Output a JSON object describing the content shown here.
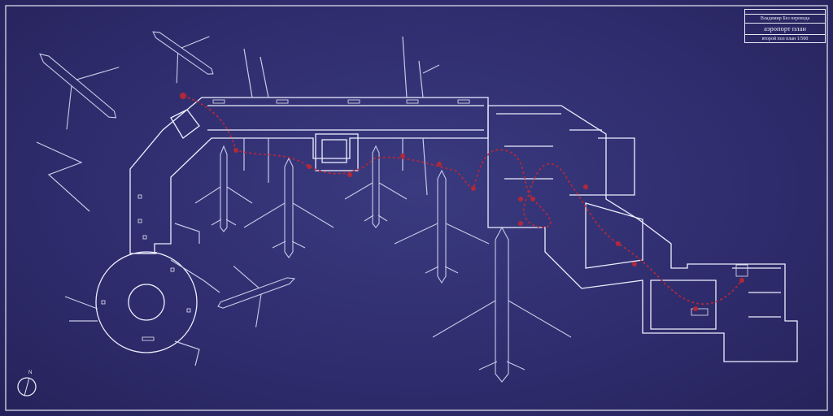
{
  "title_block": {
    "author": "Владимир  Без перевода",
    "title": "аэропорт план",
    "subtitle": "второй пол план 1/500"
  },
  "compass": {
    "label": "N",
    "icon": "north-arrow-icon"
  },
  "colors": {
    "background": "#2f2d6e",
    "lines": "#e8e8f4",
    "route": "#b0283a",
    "aircraft": "#c8cbe8"
  }
}
